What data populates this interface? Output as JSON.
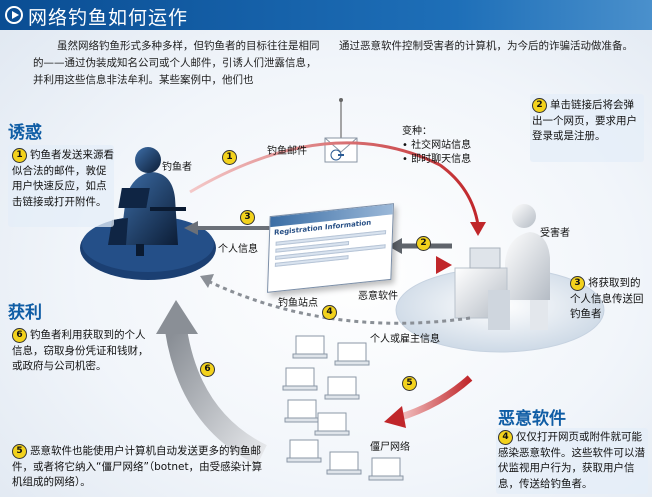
{
  "header": {
    "title": "网络钓鱼如何运作"
  },
  "intro": {
    "left": "虽然网络钓鱼形式多种多样，但钓鱼者的目标往往是相同的——通过伪装成知名公司或个人邮件，引诱人们泄露信息，并利用这些信息非法牟利。某些案例中，他们也",
    "right": "通过恶意软件控制受害者的计算机，为今后的诈骗活动做准备。"
  },
  "sections": {
    "lure": "诱惑",
    "profit": "获利",
    "malware": "恶意软件"
  },
  "steps": {
    "s1": {
      "num": "1",
      "text": "钓鱼者发送来源看似合法的邮件，敦促用户快速反应，如点击链接或打开附件。"
    },
    "s2": {
      "num": "2",
      "text": "单击链接后将会弹出一个网页，要求用户登录或是注册。"
    },
    "s3": {
      "num": "3",
      "text": "将获取到的个人信息传送回钓鱼者"
    },
    "s4": {
      "num": "4",
      "text": "仅仅打开网页或附件就可能感染恶意软件。这些软件可以潜伏监视用户行为，获取用户信息，传送给钓鱼者。"
    },
    "s5": {
      "num": "5",
      "text": "恶意软件也能使用户计算机自动发送更多的钓鱼邮件，或者将它纳入“僵尸网络”（botnet，由受感染计算机组成的网络）。"
    },
    "s6": {
      "num": "6",
      "text": "钓鱼者利用获取到的个人信息，窃取身份凭证和钱财，或政府与公司机密。"
    }
  },
  "variants": {
    "title": "变种：",
    "items": [
      "社交网站信息",
      "即时聊天信息"
    ]
  },
  "labels": {
    "phisher": "钓鱼者",
    "phishing_email": "钓鱼邮件",
    "personal_info": "个人信息",
    "victim": "受害者",
    "phishing_site": "钓鱼站点",
    "malware": "恶意软件",
    "personal_or_employer_info": "个人或雇主信息",
    "zombie_network": "僵尸网络",
    "form_title": "Registration Information"
  },
  "arrow_numbers": {
    "a1": "1",
    "a2": "2",
    "a3": "3",
    "a4": "4",
    "a5": "5",
    "a6": "6"
  },
  "colors": {
    "header_blue": "#0a4d93",
    "section_blue": "#0f5da5",
    "badge_yellow": "#f3d21c",
    "arrow_red": "#c0262a",
    "arrow_grey": "#8a8f96"
  }
}
